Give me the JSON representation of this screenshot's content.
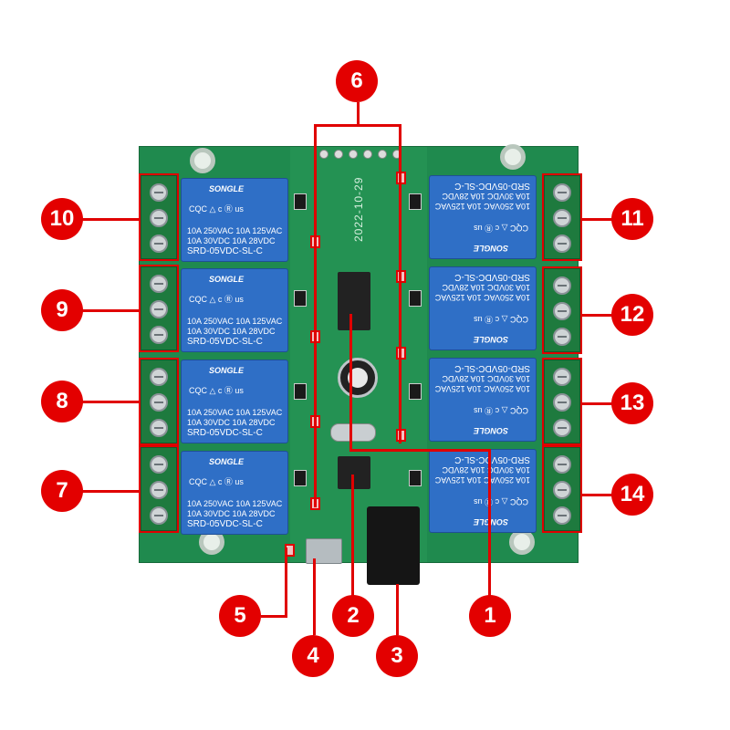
{
  "board": {
    "date_label": "2022-10-29",
    "relay_brand": "SONGLE",
    "relay_marks": "CQC  △  c Ⓡ us",
    "relay_rating_line1": "10A 250VAC  10A 125VAC",
    "relay_rating_line2": "10A  30VDC  10A  28VDC",
    "relay_model": "SRD-05VDC-SL-C"
  },
  "callouts": {
    "c1": "1",
    "c2": "2",
    "c3": "3",
    "c4": "4",
    "c5": "5",
    "c6": "6",
    "c7": "7",
    "c8": "8",
    "c9": "9",
    "c10": "10",
    "c11": "11",
    "c12": "12",
    "c13": "13",
    "c14": "14"
  },
  "colors": {
    "pcb": "#1f8a4e",
    "relay": "#2f6fc6",
    "terminal": "#1e7a3e",
    "callout": "#e30000"
  }
}
